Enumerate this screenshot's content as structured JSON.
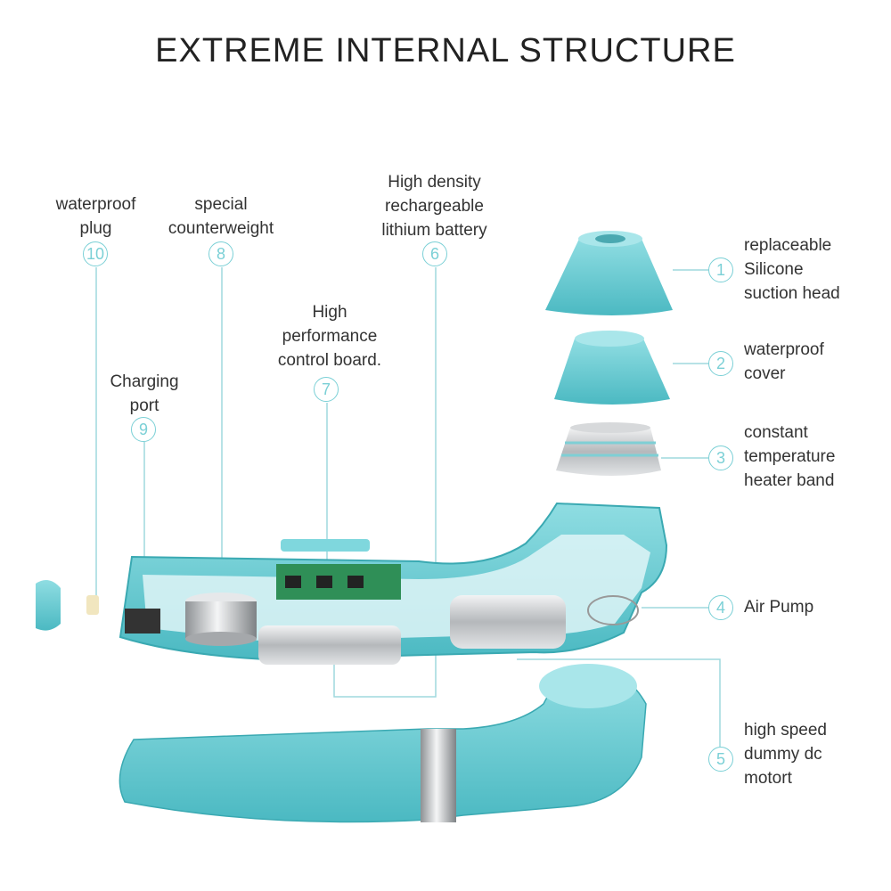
{
  "title": "EXTREME INTERNAL STRUCTURE",
  "colors": {
    "accent": "#7bd0d6",
    "body": "#5ec4cc",
    "body_dark": "#3aa9b2",
    "metal": "#c7c9cc"
  },
  "callouts": [
    {
      "num": "1",
      "text": [
        "replaceable",
        "Silicone",
        "suction head"
      ]
    },
    {
      "num": "2",
      "text": [
        "waterproof",
        "cover"
      ]
    },
    {
      "num": "3",
      "text": [
        "constant",
        "temperature",
        "heater band"
      ]
    },
    {
      "num": "4",
      "text": [
        "Air Pump"
      ]
    },
    {
      "num": "5",
      "text": [
        "high speed",
        "dummy dc",
        "motort"
      ]
    },
    {
      "num": "6",
      "text": [
        "High density",
        "rechargeable",
        "lithium battery"
      ]
    },
    {
      "num": "7",
      "text": [
        "High",
        "performance",
        "control board."
      ]
    },
    {
      "num": "8",
      "text": [
        "special",
        "counterweight"
      ]
    },
    {
      "num": "9",
      "text": [
        "Charging",
        "port"
      ]
    },
    {
      "num": "10",
      "text": [
        "waterproof",
        "plug"
      ]
    }
  ]
}
